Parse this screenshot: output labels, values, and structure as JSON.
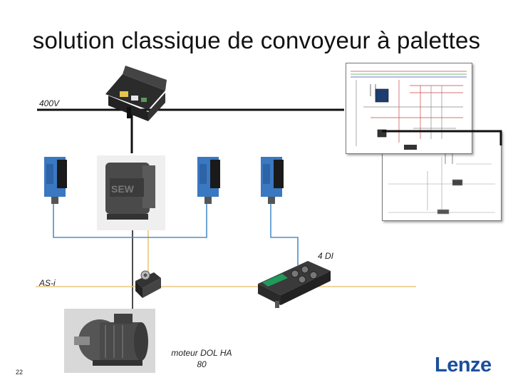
{
  "title": "solution classique de convoyeur à palettes",
  "labels": {
    "power_line": "400V",
    "bus_line": "AS-i",
    "inputs_module": "4 DI",
    "motor_line1": "moteur DOL HA",
    "motor_line2": "80"
  },
  "page_number": "22",
  "brand": "Lenze",
  "colors": {
    "power_line": "#111111",
    "bus_line": "#e8c77a",
    "sensor_wire": "#4a8fc8",
    "brand": "#1b4f9c",
    "sensor_body": "#3a78c2",
    "module_green": "#1f9a5a"
  }
}
